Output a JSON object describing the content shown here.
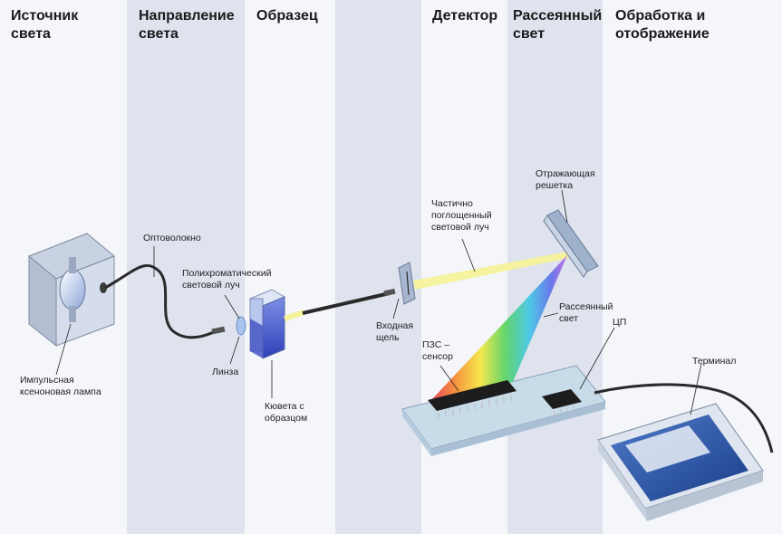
{
  "columns": [
    {
      "title_line1": "Источник",
      "title_line2": "света"
    },
    {
      "title_line1": "Направление",
      "title_line2": "света"
    },
    {
      "title_line1": "Образец",
      "title_line2": ""
    },
    {
      "title_line1": "Детектор",
      "title_line2": ""
    },
    {
      "title_line1": "Рассеянный",
      "title_line2": "свет"
    },
    {
      "title_line1": "Обработка и",
      "title_line2": "отображение"
    }
  ],
  "labels": {
    "optical_fiber": "Оптоволокно",
    "polychromatic_line1": "Полихроматический",
    "polychromatic_line2": "световой луч",
    "lamp_line1": "Импульсная",
    "lamp_line2": "ксеноновая лампа",
    "lens": "Линза",
    "cuvette_line1": "Кювета с",
    "cuvette_line2": "образцом",
    "entrance_slit_line1": "Входная",
    "entrance_slit_line2": "щель",
    "partial_beam_line1": "Частично",
    "partial_beam_line2": "поглощенный",
    "partial_beam_line3": "световой луч",
    "grating_line1": "Отражающая",
    "grating_line2": "решетка",
    "scattered_line1": "Рассеянный",
    "scattered_line2": "свет",
    "ccd_line1": "ПЗС –",
    "ccd_line2": "сенсор",
    "cpu": "ЦП",
    "terminal": "Терминал"
  },
  "colors": {
    "band_light": "#f3f5f9",
    "band_dark": "#dfe4ee",
    "beam_yellow": "#f4f29a",
    "cuvette_blue": "#3d4fc8",
    "board_blue": "#c9dcea"
  }
}
